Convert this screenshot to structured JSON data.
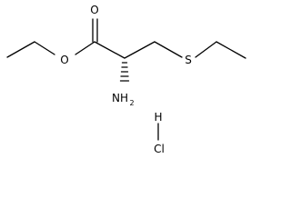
{
  "molecule": {
    "atoms": {
      "carbonyl_oxygen": "O",
      "ester_oxygen": "O",
      "sulfur": "S",
      "amine_nitrogen": "NH",
      "amine_subscript": "2",
      "salt_hydrogen": "H",
      "salt_chlorine": "Cl"
    },
    "stereo": "hashed-wedge"
  }
}
